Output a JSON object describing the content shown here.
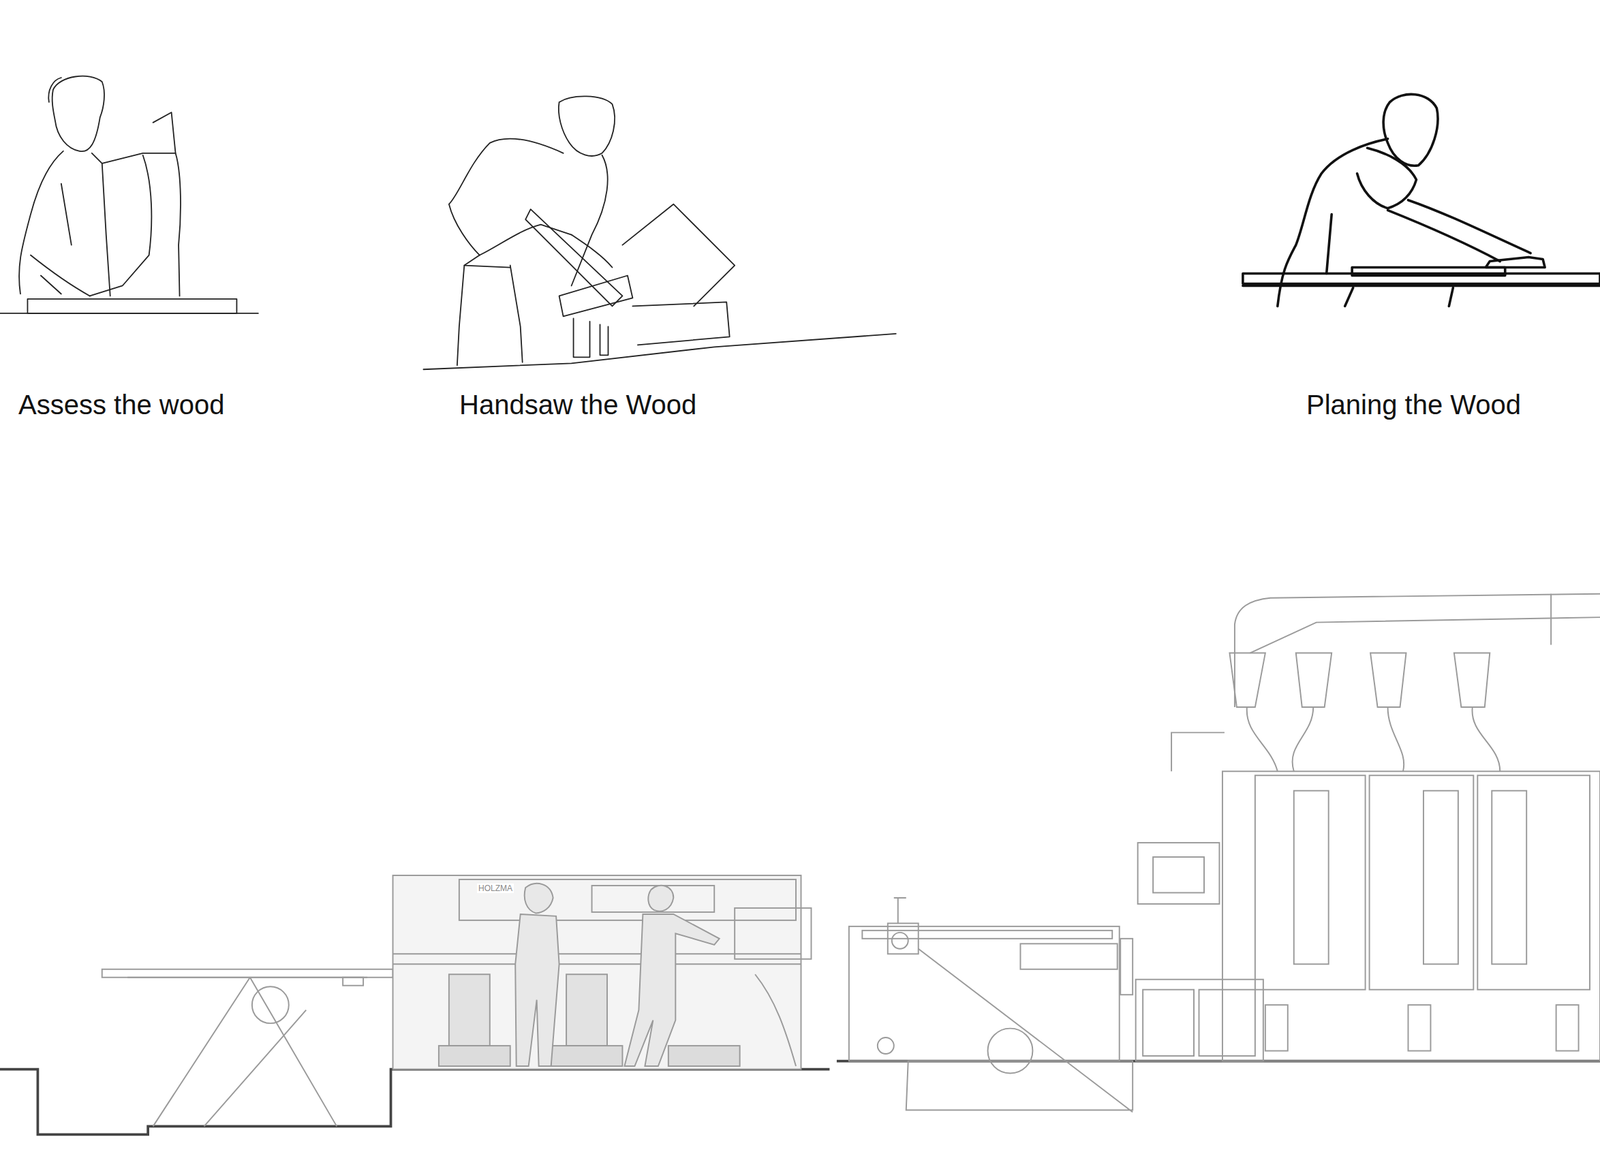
{
  "diagram": {
    "labels": [
      "Assess the wood",
      "Handsaw the Wood",
      "Planing the Wood",
      "HOLZMA"
    ]
  }
}
